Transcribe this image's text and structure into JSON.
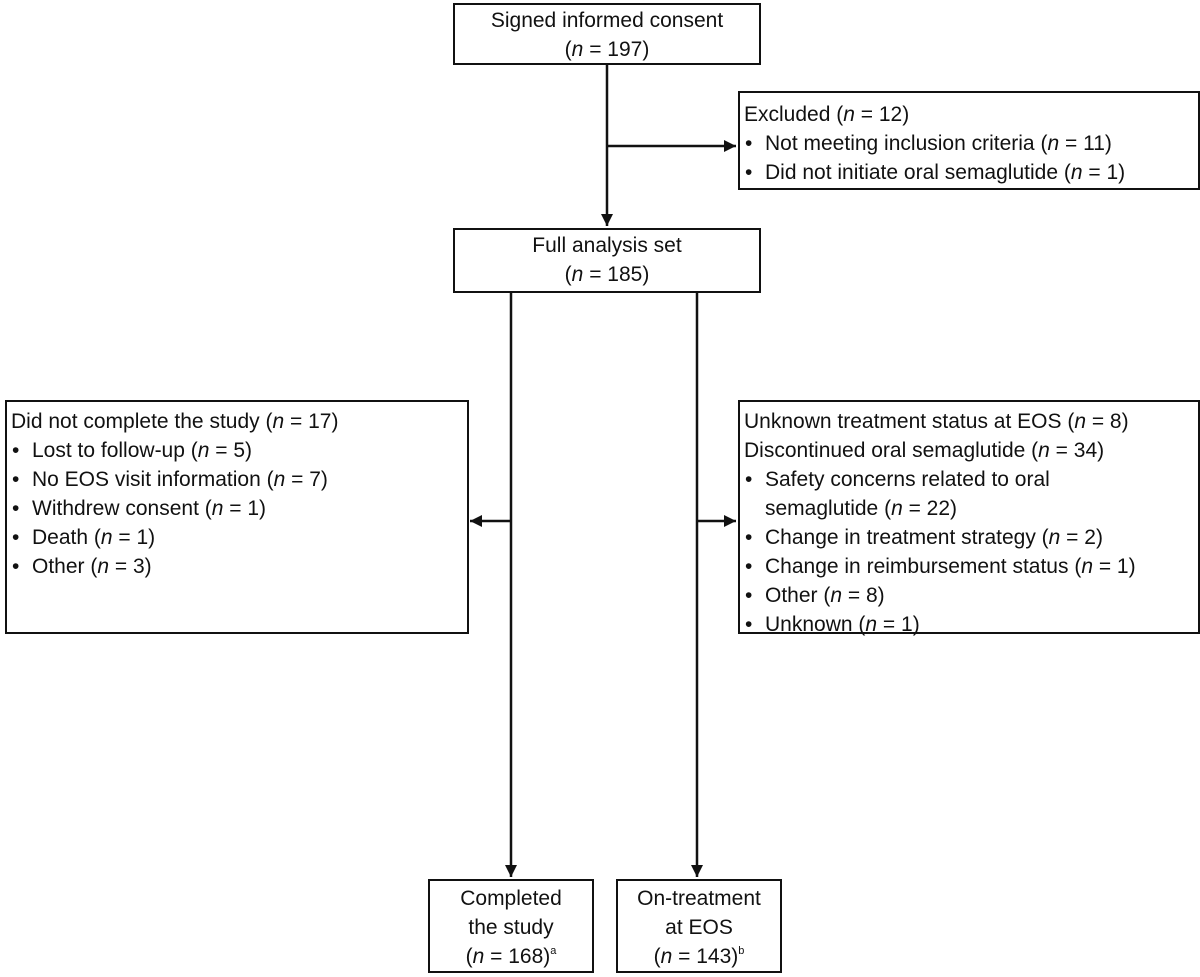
{
  "diagram": {
    "consent": {
      "title": "Signed informed consent",
      "n": "(n = 197)"
    },
    "excluded": {
      "header": "Excluded (n = 12)",
      "items": [
        "Not meeting inclusion criteria (n = 11)",
        "Did not initiate oral semaglutide (n = 1)"
      ]
    },
    "fas": {
      "title": "Full analysis set",
      "n": "(n = 185)"
    },
    "not_completed": {
      "header": "Did not complete the study (n = 17)",
      "items": [
        "Lost to follow-up (n = 5)",
        "No EOS visit information (n = 7)",
        "Withdrew consent (n = 1)",
        "Death (n = 1)",
        "Other (n = 3)"
      ]
    },
    "status": {
      "line1": "Unknown treatment status at EOS (n = 8)",
      "line2": "Discontinued oral semaglutide (n = 34)",
      "items": [
        "Safety concerns related to oral semaglutide (n = 22)",
        "Change in treatment strategy (n = 2)",
        "Change in reimbursement status (n = 1)",
        "Other (n = 8)",
        "Unknown (n = 1)"
      ]
    },
    "completed": {
      "line1": "Completed",
      "line2": "the study",
      "n": "(n = 168)",
      "sup": "a"
    },
    "on_treatment": {
      "line1": "On-treatment",
      "line2": "at EOS",
      "n": "(n = 143)",
      "sup": "b"
    },
    "colors": {
      "stroke": "#111111",
      "background": "#ffffff"
    }
  }
}
